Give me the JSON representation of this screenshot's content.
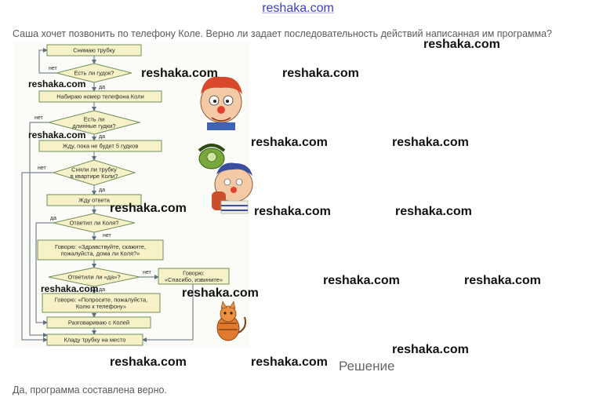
{
  "site": {
    "logo_text": "reshaka.com"
  },
  "question": "Саша хочет позвонить по телефону Коле. Верно ли задает последовательность действий написанная им программа?",
  "flowchart": {
    "steps": [
      {
        "lines": [
          "Снимаю трубку"
        ]
      },
      {
        "lines": [
          "Набираю номер телефона Коли"
        ]
      },
      {
        "lines": [
          "Жду, пока не будет 5 гудков"
        ]
      },
      {
        "lines": [
          "Жду ответа"
        ]
      },
      {
        "lines": [
          "Говорю: «Здравствуйте, скажите,",
          "пожалуйста, дома ли Коля?»"
        ]
      },
      {
        "lines": [
          "Говорю: «Попросите, пожалуйста,",
          "Колю к телефону»"
        ]
      },
      {
        "lines": [
          "Разговариваю с Колей"
        ]
      },
      {
        "lines": [
          "Кладу трубку на место"
        ]
      },
      {
        "lines": [
          "Говорю:",
          "«Спасибо, извините»"
        ]
      }
    ],
    "decisions": [
      {
        "lines": [
          "Есть ли гудок?"
        ]
      },
      {
        "lines": [
          "Есть ли",
          "длинные гудки?"
        ]
      },
      {
        "lines": [
          "Сняли ли трубку",
          "в квартире Коли?"
        ]
      },
      {
        "lines": [
          "Ответил ли Коля?"
        ]
      },
      {
        "lines": [
          "Ответили ли «да»?"
        ]
      }
    ],
    "branch_labels": {
      "yes": "да",
      "no": "нет"
    }
  },
  "watermarks": {
    "text": "reshaka.com"
  },
  "solution": {
    "title": "Решение",
    "answer": "Да, программа составлена верно."
  },
  "colors": {
    "box_fill": "#f6f1c6",
    "box_stroke": "#6f8f5a",
    "line": "#5f6f7f",
    "logo": "#3b3bd6",
    "text_gray": "#5b5b5b"
  },
  "icons": [
    "clown-head-illustration",
    "green-telephone-illustration",
    "clown-on-phone-illustration",
    "cat-illustration"
  ]
}
